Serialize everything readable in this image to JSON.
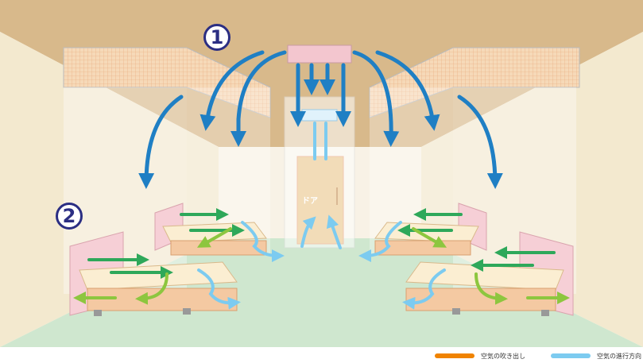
{
  "markers": {
    "one": "1",
    "two": "2"
  },
  "door_label": "ドア",
  "legend": [
    {
      "label": "空気の吹き出し",
      "color": "#f08300"
    },
    {
      "label": "空気の進行方向",
      "color": "#7ccbf0"
    }
  ],
  "colors": {
    "ceiling": "#d8b98b",
    "wall": "#f3e9cf",
    "floor": "#cfe7cf",
    "outlet_arrow": "#1f7fc4",
    "green_arrow": "#2ea85a",
    "lime_arrow": "#8dc63f",
    "light_arrow": "#7ccbf0"
  }
}
